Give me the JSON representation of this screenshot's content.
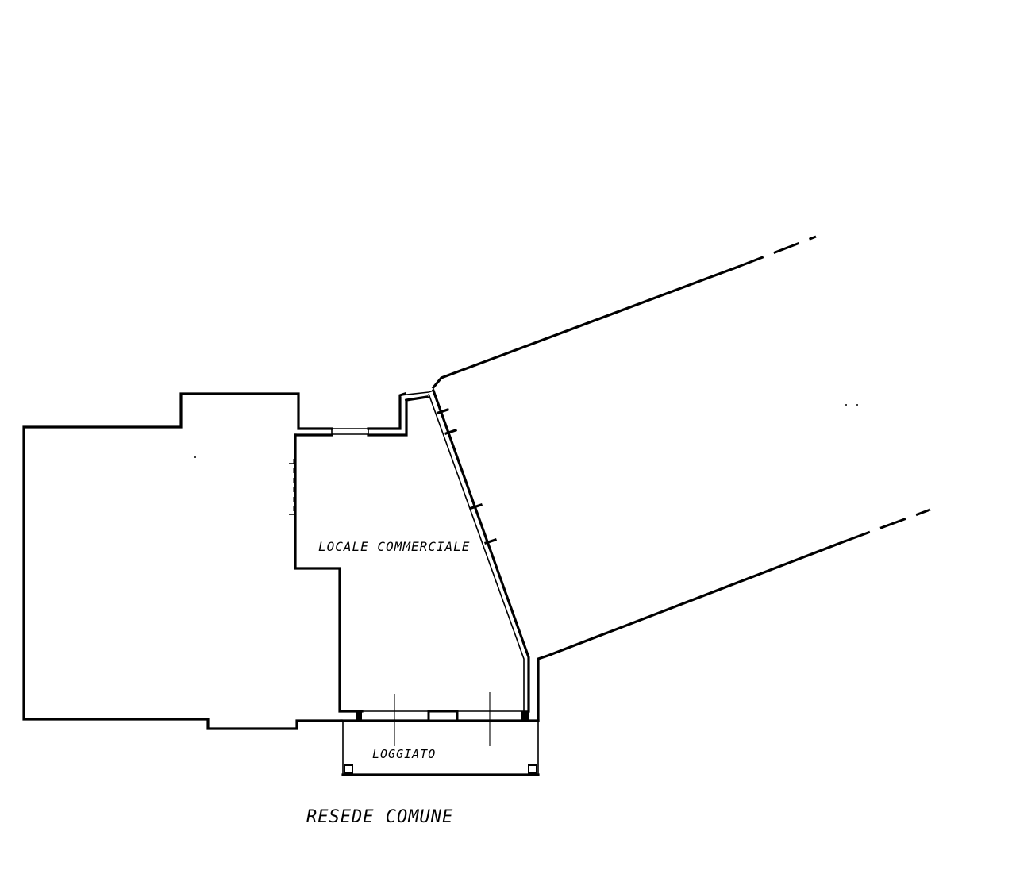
{
  "labels": {
    "room": "LOCALE COMMERCIALE",
    "porch": "LOGGIATO",
    "common_area": "RESEDE COMUNE"
  },
  "colors": {
    "ink": "#000000",
    "paper": "#ffffff"
  }
}
